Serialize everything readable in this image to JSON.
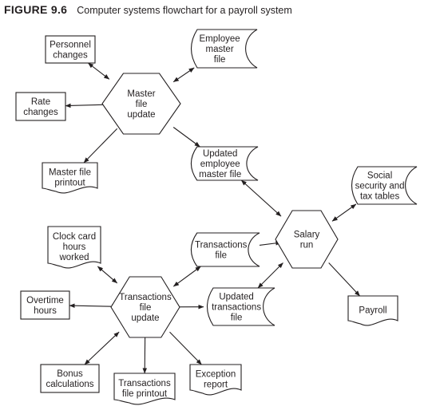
{
  "figure": {
    "number": "FIGURE 9.6",
    "title": "Computer systems flowchart for a payroll system"
  },
  "nodes": {
    "personnel_changes": [
      "Personnel",
      "changes"
    ],
    "rate_changes": [
      "Rate",
      "changes"
    ],
    "master_file_printout": [
      "Master file",
      "printout"
    ],
    "master_file_update": [
      "Master",
      "file",
      "update"
    ],
    "employee_master_file": [
      "Employee",
      "master",
      "file"
    ],
    "updated_employee_master_file": [
      "Updated",
      "employee",
      "master file"
    ],
    "social_security_tables": [
      "Social",
      "security and",
      "tax tables"
    ],
    "salary_run": [
      "Salary",
      "run"
    ],
    "transactions_file": [
      "Transactions",
      "file"
    ],
    "updated_transactions_file": [
      "Updated",
      "transactions",
      "file"
    ],
    "payroll": [
      "Payroll"
    ],
    "clock_card_hours": [
      "Clock card",
      "hours",
      "worked"
    ],
    "overtime_hours": [
      "Overtime",
      "hours"
    ],
    "transactions_file_update": [
      "Transactions",
      "file",
      "update"
    ],
    "bonus_calculations": [
      "Bonus",
      "calculations"
    ],
    "transactions_file_printout": [
      "Transactions",
      "file printout"
    ],
    "exception_report": [
      "Exception",
      "report"
    ]
  },
  "edges": [
    {
      "from": "personnel_changes",
      "to": "master_file_update",
      "direction": "both"
    },
    {
      "from": "rate_changes",
      "to": "master_file_update",
      "direction": "both"
    },
    {
      "from": "master_file_update",
      "to": "employee_master_file",
      "direction": "both"
    },
    {
      "from": "master_file_update",
      "to": "master_file_printout",
      "direction": "forward"
    },
    {
      "from": "master_file_update",
      "to": "updated_employee_master_file",
      "direction": "forward"
    },
    {
      "from": "updated_employee_master_file",
      "to": "salary_run",
      "direction": "both"
    },
    {
      "from": "social_security_tables",
      "to": "salary_run",
      "direction": "both"
    },
    {
      "from": "transactions_file",
      "to": "salary_run",
      "direction": "forward"
    },
    {
      "from": "salary_run",
      "to": "updated_transactions_file",
      "direction": "both"
    },
    {
      "from": "salary_run",
      "to": "payroll",
      "direction": "forward"
    },
    {
      "from": "clock_card_hours",
      "to": "transactions_file_update",
      "direction": "both"
    },
    {
      "from": "transactions_file_update",
      "to": "transactions_file",
      "direction": "both"
    },
    {
      "from": "overtime_hours",
      "to": "transactions_file_update",
      "direction": "both"
    },
    {
      "from": "transactions_file_update",
      "to": "updated_transactions_file",
      "direction": "both"
    },
    {
      "from": "bonus_calculations",
      "to": "transactions_file_update",
      "direction": "both"
    },
    {
      "from": "transactions_file_update",
      "to": "transactions_file_printout",
      "direction": "forward"
    },
    {
      "from": "transactions_file_update",
      "to": "exception_report",
      "direction": "forward"
    }
  ]
}
